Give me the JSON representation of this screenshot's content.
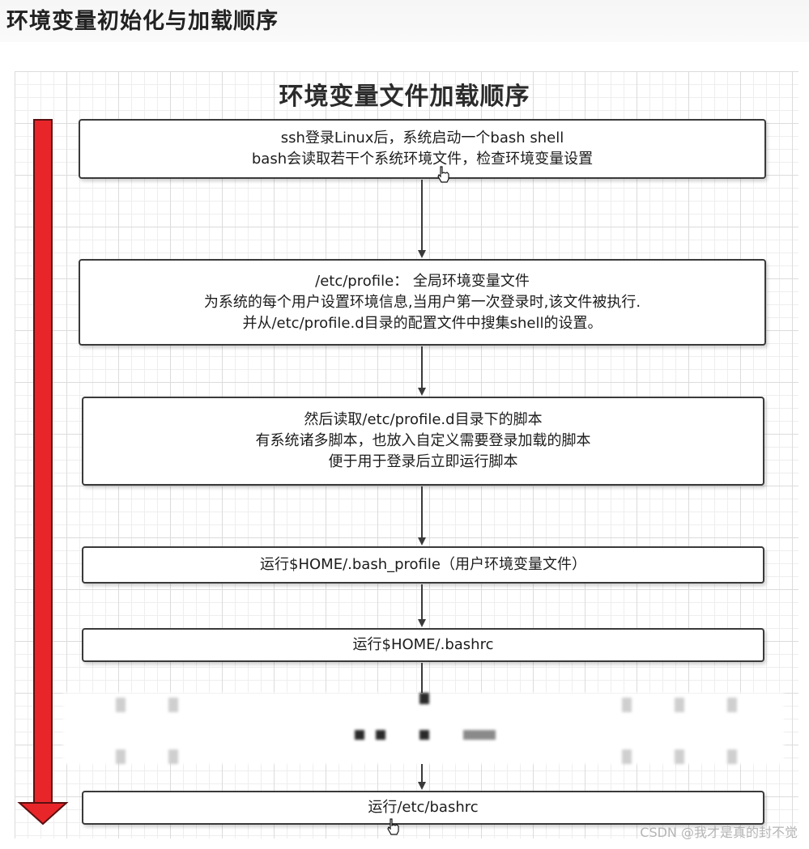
{
  "page": {
    "title": "环境变量初始化与加载顺序"
  },
  "diagram": {
    "title": "环境变量文件加载顺序",
    "steps": [
      {
        "lines": [
          "ssh登录Linux后，系统启动一个bash shell",
          "bash会读取若干个系统环境文件，检查环境变量设置"
        ]
      },
      {
        "lines": [
          "/etc/profile：  全局环境变量文件",
          "为系统的每个用户设置环境信息,当用户第一次登录时,该文件被执行.",
          "并从/etc/profile.d目录的配置文件中搜集shell的设置。"
        ]
      },
      {
        "lines": [
          "然后读取/etc/profile.d目录下的脚本",
          "有系统诸多脚本，也放入自定义需要登录加载的脚本",
          "便于用于登录后立即运行脚本"
        ]
      },
      {
        "lines": [
          "运行$HOME/.bash_profile（用户环境变量文件）"
        ]
      },
      {
        "lines": [
          "运行$HOME/.bashrc"
        ]
      },
      {
        "lines": [
          "运行/etc/bashrc"
        ]
      }
    ]
  },
  "colors": {
    "timeline_arrow": "#e8262a",
    "timeline_outline": "#5a1010",
    "connector": "#3a3a3a"
  },
  "icons": [
    "hand-cursor-icon"
  ],
  "watermark": "CSDN @我才是真的封不觉"
}
